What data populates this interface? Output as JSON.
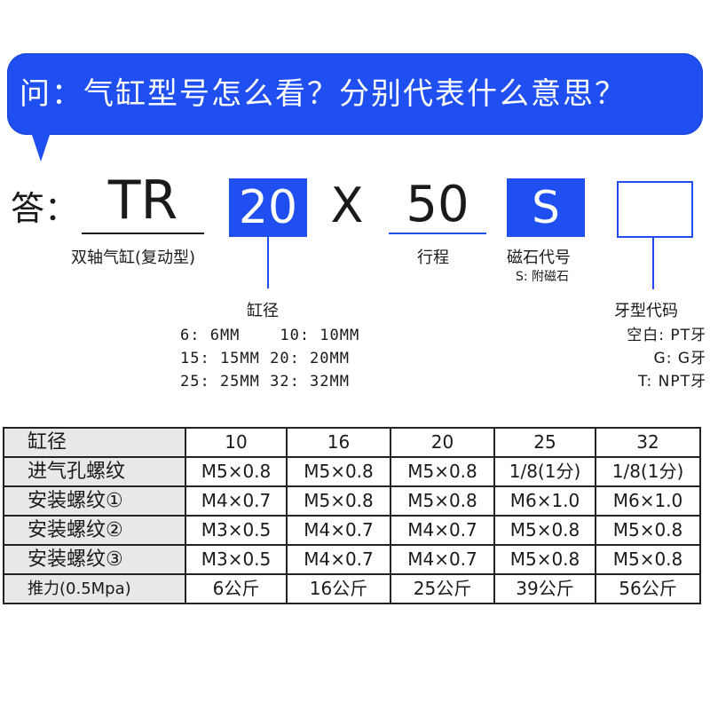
{
  "question": "问：气缸型号怎么看？分别代表什么意思？",
  "answer": {
    "label": "答：",
    "model_code": "TR",
    "bore_code": "20",
    "times": "X",
    "stroke_code": "50",
    "magnet_code": "S",
    "thread_code": ""
  },
  "labels": {
    "model": "双轴气缸(复动型)",
    "stroke": "行程",
    "magnet": "磁石代号",
    "magnet_note": "S: 附磁石"
  },
  "bore": {
    "title": "缸径",
    "rows": [
      "6: 6MM    10: 10MM",
      "15: 15MM 20: 20MM",
      "25: 25MM 32: 32MM"
    ]
  },
  "thread": {
    "title": "牙型代码",
    "rows": [
      "空白: PT牙",
      "G: G牙",
      "T: NPT牙"
    ]
  },
  "table": {
    "header": [
      "缸径",
      "10",
      "16",
      "20",
      "25",
      "32"
    ],
    "rows": [
      [
        "进气孔螺纹",
        "M5×0.8",
        "M5×0.8",
        "M5×0.8",
        "1/8(1分)",
        "1/8(1分)"
      ],
      [
        "安装螺纹①",
        "M4×0.7",
        "M5×0.8",
        "M5×0.8",
        "M6×1.0",
        "M6×1.0"
      ],
      [
        "安装螺纹②",
        "M3×0.5",
        "M4×0.7",
        "M4×0.7",
        "M5×0.8",
        "M5×0.8"
      ],
      [
        "安装螺纹③",
        "M3×0.5",
        "M4×0.7",
        "M4×0.7",
        "M5×0.8",
        "M5×0.8"
      ],
      [
        "推力(0.5Mpa)",
        "6公斤",
        "16公斤",
        "25公斤",
        "39公斤",
        "56公斤"
      ]
    ]
  },
  "colors": {
    "accent": "#1f4ff0",
    "header_bg": "#e8e8e8"
  }
}
